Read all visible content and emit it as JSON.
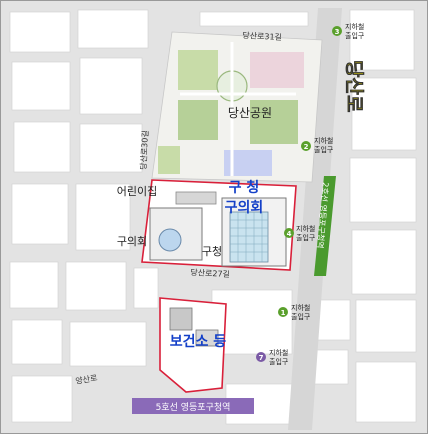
{
  "roads": {
    "top": "당산로31길",
    "left_vertical": "당산로30길",
    "middle": "당산로27길",
    "bottom": "양산로"
  },
  "major_road": {
    "name": "당산로",
    "color": "#f6e600"
  },
  "places": {
    "park": "당산공원",
    "daycare": "어린이집",
    "council_small": "구의회",
    "office_small": "구청",
    "office_big": "구 청",
    "council_big": "구의회",
    "health_center": "보건소 등"
  },
  "subway": {
    "line2_band": "2호선 영등포구청역",
    "line5_band": "5호선 영등포구청역",
    "exits": [
      {
        "number": "3",
        "label_top": "지하철",
        "label_bottom": "출입구",
        "color": "#5aa02c"
      },
      {
        "number": "2",
        "label_top": "지하철",
        "label_bottom": "출입구",
        "color": "#5aa02c"
      },
      {
        "number": "4",
        "label_top": "지하철",
        "label_bottom": "출입구",
        "color": "#5aa02c"
      },
      {
        "number": "1",
        "label_top": "지하철",
        "label_bottom": "출입구",
        "color": "#5aa02c"
      },
      {
        "number": "7",
        "label_top": "지하철",
        "label_bottom": "출입구",
        "color": "#7b5aa6"
      }
    ]
  },
  "colors": {
    "outline": "#d9203a",
    "label_blue": "#1440c8",
    "line2": "#4a9a2e",
    "line5": "#8a6ab8"
  }
}
